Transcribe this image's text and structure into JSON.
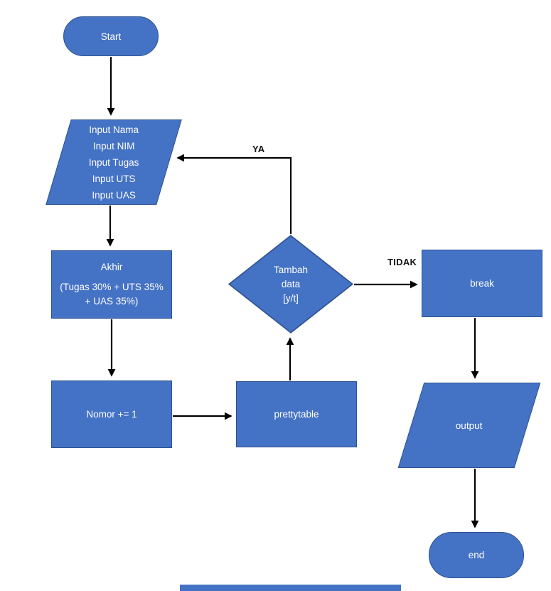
{
  "diagram": {
    "type": "flowchart",
    "background": "#ffffff"
  },
  "colors": {
    "shape_fill": "#4472C4",
    "shape_border": "#2F528F",
    "shape_text": "#ffffff",
    "connector": "#000000",
    "edge_label_text": "#151515"
  },
  "nodes": {
    "start": {
      "shape": "terminator",
      "label": "Start"
    },
    "input": {
      "shape": "parallelogram",
      "text": "Input Nama\nInput NIM\nInput Tugas\nInput UTS\nInput UAS"
    },
    "akhir": {
      "shape": "process",
      "title": "Akhir",
      "formula": "(Tugas 30% + UTS 35%\n+ UAS 35%)"
    },
    "nomor": {
      "shape": "process",
      "label": "Nomor += 1"
    },
    "prettytable": {
      "shape": "process",
      "label": "prettytable"
    },
    "tambah": {
      "shape": "decision",
      "text": "Tambah\ndata\n[y/t]"
    },
    "break": {
      "shape": "process",
      "label": "break"
    },
    "output": {
      "shape": "parallelogram",
      "label": "output"
    },
    "end": {
      "shape": "terminator",
      "label": "end"
    }
  },
  "edge_labels": {
    "yes": "YA",
    "no": "TIDAK"
  }
}
